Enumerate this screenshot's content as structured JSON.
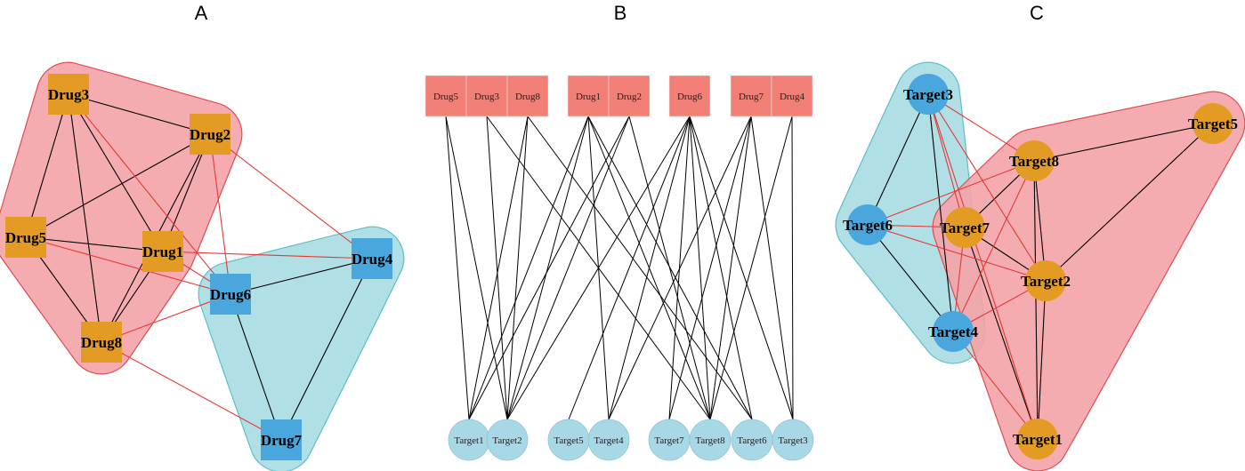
{
  "panels": {
    "A": {
      "letter": "A",
      "groups": [
        {
          "members": [
            "Drug3",
            "Drug2",
            "Drug5",
            "Drug1",
            "Drug8"
          ],
          "color": "#f4a3a7"
        },
        {
          "members": [
            "Drug6",
            "Drug4",
            "Drug7"
          ],
          "color": "#a8dbe3"
        }
      ],
      "nodes": [
        {
          "id": "Drug3",
          "label": "Drug3",
          "color": "#e49b23"
        },
        {
          "id": "Drug2",
          "label": "Drug2",
          "color": "#e49b23"
        },
        {
          "id": "Drug5",
          "label": "Drug5",
          "color": "#e49b23"
        },
        {
          "id": "Drug1",
          "label": "Drug1",
          "color": "#e49b23"
        },
        {
          "id": "Drug8",
          "label": "Drug8",
          "color": "#e49b23"
        },
        {
          "id": "Drug6",
          "label": "Drug6",
          "color": "#4aa7dd"
        },
        {
          "id": "Drug4",
          "label": "Drug4",
          "color": "#4aa7dd"
        },
        {
          "id": "Drug7",
          "label": "Drug7",
          "color": "#4aa7dd"
        }
      ],
      "edges_within": [
        [
          "Drug3",
          "Drug2"
        ],
        [
          "Drug3",
          "Drug5"
        ],
        [
          "Drug3",
          "Drug1"
        ],
        [
          "Drug3",
          "Drug8"
        ],
        [
          "Drug2",
          "Drug5"
        ],
        [
          "Drug2",
          "Drug1"
        ],
        [
          "Drug2",
          "Drug8"
        ],
        [
          "Drug5",
          "Drug1"
        ],
        [
          "Drug5",
          "Drug8"
        ],
        [
          "Drug1",
          "Drug8"
        ],
        [
          "Drug6",
          "Drug4"
        ],
        [
          "Drug6",
          "Drug7"
        ],
        [
          "Drug4",
          "Drug7"
        ]
      ],
      "edges_between": [
        [
          "Drug3",
          "Drug6"
        ],
        [
          "Drug2",
          "Drug4"
        ],
        [
          "Drug2",
          "Drug6"
        ],
        [
          "Drug1",
          "Drug4"
        ],
        [
          "Drug1",
          "Drug6"
        ],
        [
          "Drug5",
          "Drug6"
        ],
        [
          "Drug8",
          "Drug6"
        ],
        [
          "Drug8",
          "Drug7"
        ]
      ]
    },
    "B": {
      "letter": "B",
      "drugs": [
        "Drug5",
        "Drug3",
        "Drug8",
        "Drug1",
        "Drug2",
        "Drug6",
        "Drug7",
        "Drug4"
      ],
      "targets": [
        "Target1",
        "Target2",
        "Target5",
        "Target4",
        "Target7",
        "Target8",
        "Target6",
        "Target3"
      ],
      "edges": [
        [
          "Drug5",
          "Target1"
        ],
        [
          "Drug5",
          "Target2"
        ],
        [
          "Drug3",
          "Target2"
        ],
        [
          "Drug3",
          "Target8"
        ],
        [
          "Drug8",
          "Target1"
        ],
        [
          "Drug8",
          "Target2"
        ],
        [
          "Drug8",
          "Target6"
        ],
        [
          "Drug1",
          "Target1"
        ],
        [
          "Drug1",
          "Target2"
        ],
        [
          "Drug1",
          "Target4"
        ],
        [
          "Drug1",
          "Target8"
        ],
        [
          "Drug1",
          "Target6"
        ],
        [
          "Drug2",
          "Target1"
        ],
        [
          "Drug2",
          "Target2"
        ],
        [
          "Drug2",
          "Target8"
        ],
        [
          "Drug6",
          "Target2"
        ],
        [
          "Drug6",
          "Target5"
        ],
        [
          "Drug6",
          "Target4"
        ],
        [
          "Drug6",
          "Target7"
        ],
        [
          "Drug6",
          "Target8"
        ],
        [
          "Drug6",
          "Target6"
        ],
        [
          "Drug6",
          "Target3"
        ],
        [
          "Drug7",
          "Target4"
        ],
        [
          "Drug7",
          "Target7"
        ],
        [
          "Drug7",
          "Target8"
        ],
        [
          "Drug7",
          "Target3"
        ],
        [
          "Drug4",
          "Target8"
        ],
        [
          "Drug4",
          "Target3"
        ]
      ],
      "drug_color": "#f17f76",
      "target_color": "#a8d8e6"
    },
    "C": {
      "letter": "C",
      "groups": [
        {
          "members": [
            "Target3",
            "Target6",
            "Target4"
          ],
          "color": "#a8dbe3"
        },
        {
          "members": [
            "Target5",
            "Target8",
            "Target7",
            "Target2",
            "Target1"
          ],
          "color": "#f4a3a7"
        }
      ],
      "nodes": [
        {
          "id": "Target3",
          "label": "Target3",
          "color": "#4aa7dd"
        },
        {
          "id": "Target6",
          "label": "Target6",
          "color": "#4aa7dd"
        },
        {
          "id": "Target4",
          "label": "Target4",
          "color": "#4aa7dd"
        },
        {
          "id": "Target5",
          "label": "Target5",
          "color": "#e49b23"
        },
        {
          "id": "Target8",
          "label": "Target8",
          "color": "#e49b23"
        },
        {
          "id": "Target7",
          "label": "Target7",
          "color": "#e49b23"
        },
        {
          "id": "Target2",
          "label": "Target2",
          "color": "#e49b23"
        },
        {
          "id": "Target1",
          "label": "Target1",
          "color": "#e49b23"
        }
      ],
      "edges_within": [
        [
          "Target3",
          "Target6"
        ],
        [
          "Target3",
          "Target4"
        ],
        [
          "Target6",
          "Target4"
        ],
        [
          "Target5",
          "Target8"
        ],
        [
          "Target5",
          "Target2"
        ],
        [
          "Target8",
          "Target7"
        ],
        [
          "Target8",
          "Target2"
        ],
        [
          "Target8",
          "Target1"
        ],
        [
          "Target7",
          "Target2"
        ],
        [
          "Target7",
          "Target1"
        ],
        [
          "Target2",
          "Target1"
        ]
      ],
      "edges_between": [
        [
          "Target3",
          "Target8"
        ],
        [
          "Target3",
          "Target7"
        ],
        [
          "Target3",
          "Target2"
        ],
        [
          "Target3",
          "Target1"
        ],
        [
          "Target6",
          "Target8"
        ],
        [
          "Target6",
          "Target7"
        ],
        [
          "Target6",
          "Target2"
        ],
        [
          "Target4",
          "Target8"
        ],
        [
          "Target4",
          "Target7"
        ],
        [
          "Target4",
          "Target2"
        ],
        [
          "Target4",
          "Target1"
        ]
      ]
    }
  },
  "colors": {
    "within_edge": "#000000",
    "between_edge": "#e53935"
  }
}
